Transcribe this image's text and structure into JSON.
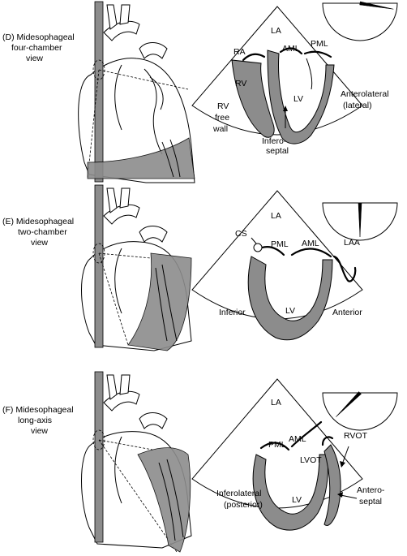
{
  "panels": [
    {
      "id": "D",
      "title_lines": [
        "(D) Midesophageal",
        "four-chamber",
        "view"
      ],
      "labels": {
        "la": "LA",
        "ra": "RA",
        "aml": "AML",
        "pml": "PML",
        "rv": "RV",
        "lv": "LV",
        "rv_free_wall_lines": [
          "RV",
          "free",
          "wall"
        ],
        "anterolateral_lines": [
          "Anterolateral",
          "(lateral)"
        ],
        "inferoseptal_lines": [
          "Infero-",
          "septal"
        ]
      },
      "dial_angle_deg": 10
    },
    {
      "id": "E",
      "title_lines": [
        "(E) Midesophageal",
        "two-chamber",
        "view"
      ],
      "labels": {
        "la": "LA",
        "cs": "CS",
        "pml": "PML",
        "aml": "AML",
        "laa": "LAA",
        "lv": "LV",
        "inferior": "Inferior",
        "anterior": "Anterior"
      },
      "dial_angle_deg": 90
    },
    {
      "id": "F",
      "title_lines": [
        "(F) Midesophageal",
        "long-axis",
        "view"
      ],
      "labels": {
        "la": "LA",
        "aml": "AML",
        "pml": "PML",
        "rvot": "RVOT",
        "lvot": "LVOT",
        "lv": "LV",
        "inferolateral_lines": [
          "Inferolateral",
          "(posterior)"
        ],
        "anteroseptal_lines": [
          "Antero-",
          "septal"
        ]
      },
      "dial_angle_deg": 135
    }
  ]
}
